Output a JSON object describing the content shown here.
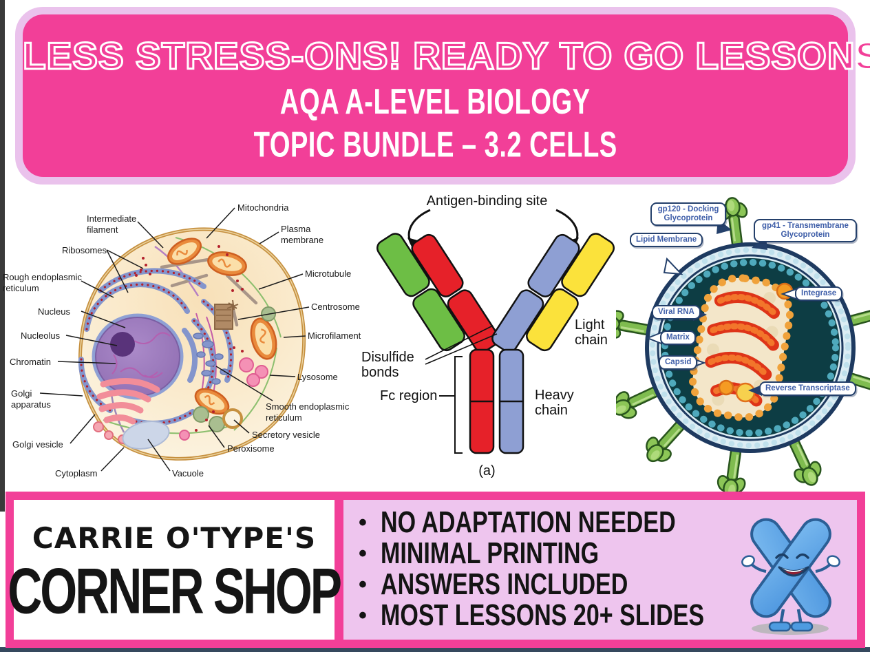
{
  "banner": {
    "title": "LESS STRESS-ONS! READY TO GO LESSONS",
    "subtitle_line1": "AQA A-LEVEL BIOLOGY",
    "subtitle_line2": "TOPIC BUNDLE – 3.2 CELLS",
    "bg_color": "#F23F98",
    "border_color": "#EAC2EC",
    "text_color": "#FFFFFF"
  },
  "cell_diagram": {
    "labels": {
      "intermediate_filament": "Intermediate filament",
      "ribosomes": "Ribosomes",
      "rough_er": "Rough endoplasmic reticulum",
      "nucleus": "Nucleus",
      "nucleolus": "Nucleolus",
      "chromatin": "Chromatin",
      "golgi_apparatus": "Golgi apparatus",
      "golgi_vesicle": "Golgi vesicle",
      "cytoplasm": "Cytoplasm",
      "vacuole": "Vacuole",
      "mitochondria": "Mitochondria",
      "plasma_membrane": "Plasma membrane",
      "microtubule": "Microtubule",
      "centrosome": "Centrosome",
      "microfilament": "Microfilament",
      "lysosome": "Lysosome",
      "smooth_er": "Smooth endoplasmic reticulum",
      "secretory_vesicle": "Secretory vesicle",
      "peroxisome": "Peroxisome"
    }
  },
  "antibody_diagram": {
    "labels": {
      "antigen_binding_site": "Antigen-binding site",
      "light_chain": "Light chain",
      "disulfide_bonds": "Disulfide bonds",
      "fc_region": "Fc region",
      "heavy_chain": "Heavy chain",
      "caption": "(a)"
    },
    "colors": {
      "left_outer_chain": "#6DBE45",
      "left_inner_chain": "#E62129",
      "right_inner_chain": "#8E9FD3",
      "right_outer_chain": "#FBE23B"
    }
  },
  "hiv_diagram": {
    "labels": {
      "gp120": "gp120 - Docking Glycoprotein",
      "gp41": "gp41 - Transmembrane Glycoprotein",
      "lipid_membrane": "Lipid Membrane",
      "viral_rna": "Viral RNA",
      "matrix": "Matrix",
      "capsid": "Capsid",
      "integrase": "Integrase",
      "reverse_transcriptase": "Reverse Transcriptase"
    }
  },
  "footer": {
    "logo_line1": "CARRIE O'TYPE'S",
    "logo_line2": "CORNER SHOP",
    "bullet_char": "•",
    "bullets": [
      "NO ADAPTATION NEEDED",
      "MINIMAL PRINTING",
      "ANSWERS INCLUDED",
      "MOST LESSONS 20+ SLIDES"
    ],
    "frame_color": "#F23F98",
    "panel_color": "#EEC5EE",
    "mascot": "x-chromosome-character"
  }
}
